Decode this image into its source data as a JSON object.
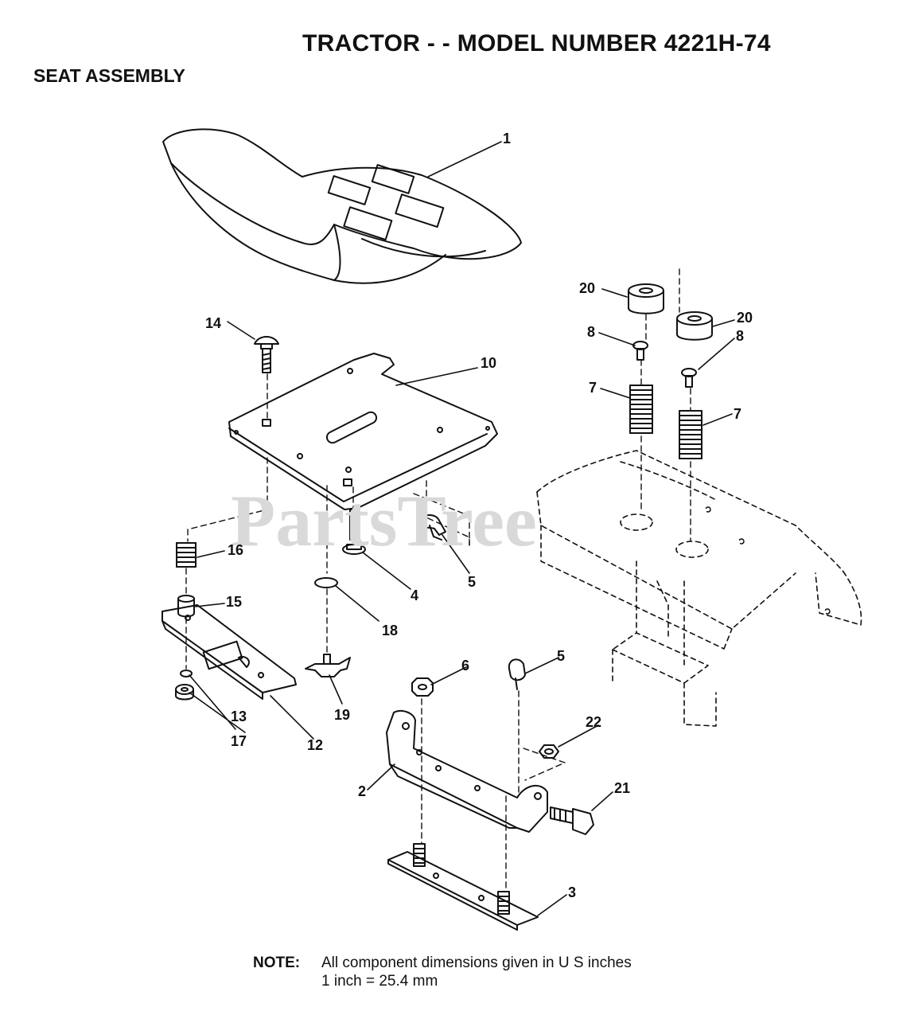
{
  "header": {
    "title": "TRACTOR - - MODEL NUMBER 4221H-74",
    "subtitle": "SEAT ASSEMBLY"
  },
  "watermark": "PartsTree",
  "callouts": [
    {
      "id": "c1",
      "text": "1"
    },
    {
      "id": "c2",
      "text": "2"
    },
    {
      "id": "c3",
      "text": "3"
    },
    {
      "id": "c4",
      "text": "4"
    },
    {
      "id": "c5a",
      "text": "5"
    },
    {
      "id": "c5b",
      "text": "5"
    },
    {
      "id": "c6",
      "text": "6"
    },
    {
      "id": "c7a",
      "text": "7"
    },
    {
      "id": "c7b",
      "text": "7"
    },
    {
      "id": "c8a",
      "text": "8"
    },
    {
      "id": "c8b",
      "text": "8"
    },
    {
      "id": "c10",
      "text": "10"
    },
    {
      "id": "c12",
      "text": "12"
    },
    {
      "id": "c13",
      "text": "13"
    },
    {
      "id": "c14",
      "text": "14"
    },
    {
      "id": "c15",
      "text": "15"
    },
    {
      "id": "c16",
      "text": "16"
    },
    {
      "id": "c17",
      "text": "17"
    },
    {
      "id": "c18",
      "text": "18"
    },
    {
      "id": "c19",
      "text": "19"
    },
    {
      "id": "c20a",
      "text": "20"
    },
    {
      "id": "c20b",
      "text": "20"
    },
    {
      "id": "c21",
      "text": "21"
    },
    {
      "id": "c22",
      "text": "22"
    }
  ],
  "note": {
    "label": "NOTE:",
    "line1": "All component dimensions given in U S  inches",
    "line2": "1 inch = 25.4 mm"
  }
}
